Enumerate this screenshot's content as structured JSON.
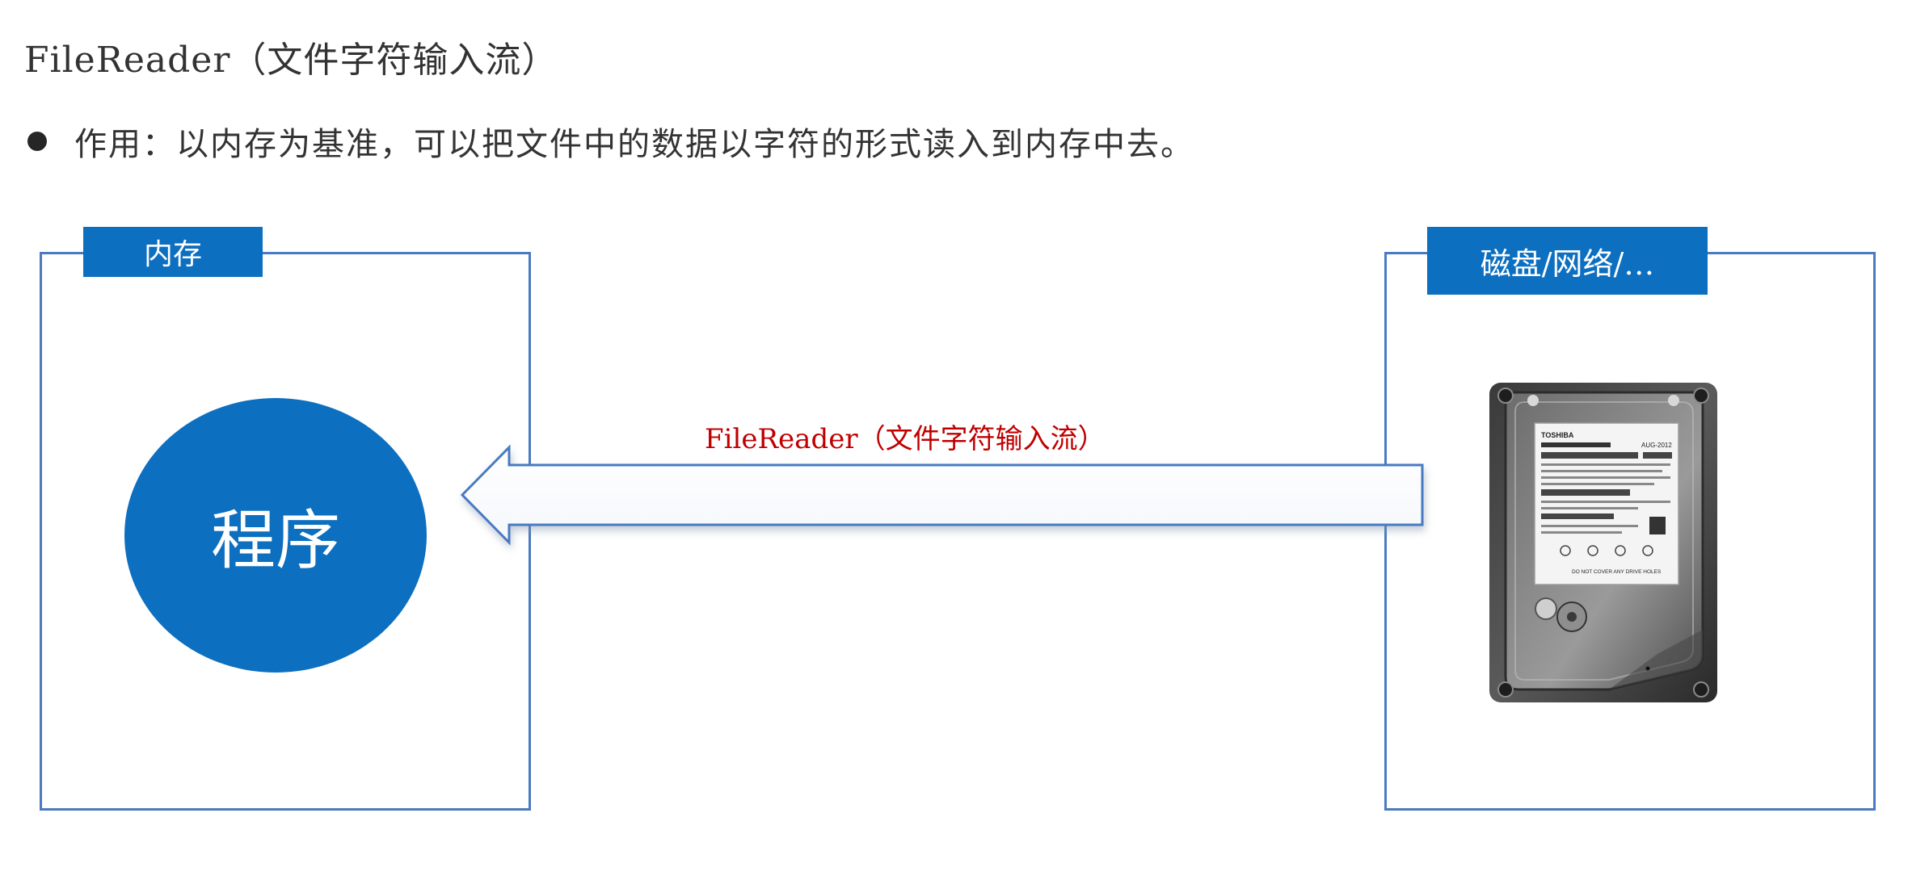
{
  "header": {
    "title": "FileReader（文件字符输入流）"
  },
  "bullet": {
    "text": "作用：以内存为基准，可以把文件中的数据以字符的形式读入到内存中去。"
  },
  "memory_panel": {
    "label": "内存",
    "program_label": "程序"
  },
  "storage_panel": {
    "label": "磁盘/网络/…"
  },
  "arrow": {
    "label": "FileReader（文件字符输入流）"
  },
  "hdd": {
    "brand": "TOSHIBA",
    "date": "AUG-2012",
    "notice": "DO NOT COVER ANY DRIVE HOLES"
  },
  "colors": {
    "accent_blue": "#0d6fc0",
    "border_blue": "#4a7ac0",
    "arrow_label_red": "#c00000"
  }
}
